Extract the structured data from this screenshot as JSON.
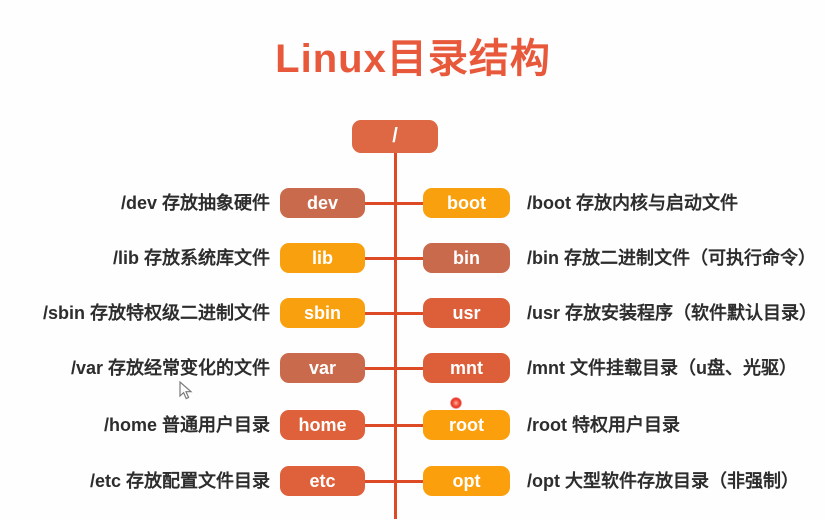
{
  "title": "Linux目录结构",
  "root_node": {
    "label": "/",
    "color": "#dd6843"
  },
  "colors": {
    "title": "#e8583a",
    "line": "#dd4b26",
    "label": "#2d2d2d",
    "terracotta": "#c96a4c",
    "orange": "#de613c",
    "amber": "#f8a00e"
  },
  "rows": [
    {
      "left": {
        "label": "dev",
        "desc": "/dev 存放抽象硬件",
        "color": "#c96a4c"
      },
      "right": {
        "label": "boot",
        "desc": "/boot 存放内核与启动文件",
        "color": "#f8a00e"
      }
    },
    {
      "left": {
        "label": "lib",
        "desc": "/lib 存放系统库文件",
        "color": "#f8a00e"
      },
      "right": {
        "label": "bin",
        "desc": "/bin 存放二进制文件（可执行命令）",
        "color": "#c96a4c"
      }
    },
    {
      "left": {
        "label": "sbin",
        "desc": "/sbin 存放特权级二进制文件",
        "color": "#f8a00e"
      },
      "right": {
        "label": "usr",
        "desc": "/usr 存放安装程序（软件默认目录）",
        "color": "#dd5f3a"
      }
    },
    {
      "left": {
        "label": "var",
        "desc": "/var 存放经常变化的文件",
        "color": "#c96a4c"
      },
      "right": {
        "label": "mnt",
        "desc": "/mnt 文件挂载目录（u盘、光驱）",
        "color": "#dd5f3a"
      }
    },
    {
      "left": {
        "label": "home",
        "desc": "/home 普通用户目录",
        "color": "#de613c"
      },
      "right": {
        "label": "root",
        "desc": "/root 特权用户目录",
        "color": "#fba00c"
      }
    },
    {
      "left": {
        "label": "etc",
        "desc": "/etc 存放配置文件目录",
        "color": "#de613c"
      },
      "right": {
        "label": "opt",
        "desc": "/opt 大型软件存放目录（非强制）",
        "color": "#fba00c"
      }
    }
  ],
  "artifacts": {
    "cursor_icon": "arrow-cursor",
    "pointer_dot": "laser-pointer-dot"
  }
}
